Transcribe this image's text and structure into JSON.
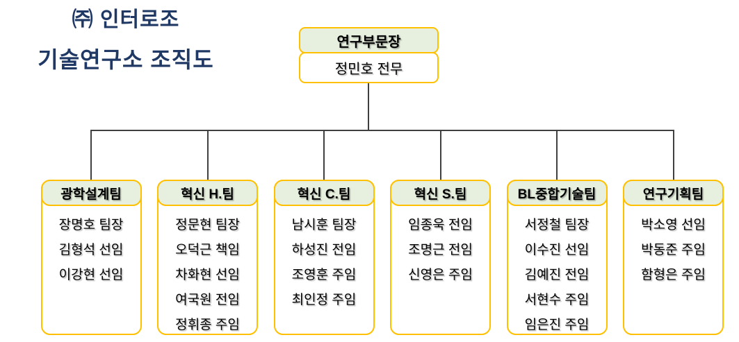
{
  "title": {
    "line1": "㈜ 인터로조",
    "line2": "기술연구소 조직도"
  },
  "root": {
    "title": "연구부문장",
    "person": "정민호 전무"
  },
  "teams": [
    {
      "name": "광학설계팀",
      "members": [
        "장명호 팀장",
        "김형석 선임",
        "이강현 선임"
      ]
    },
    {
      "name": "혁신 H.팀",
      "members": [
        "정문현 팀장",
        "오덕근 책임",
        "차화현 선임",
        "여국원 전임",
        "정휘종 주임"
      ]
    },
    {
      "name": "혁신 C.팀",
      "members": [
        "남시훈 팀장",
        "하성진 전임",
        "조영훈 주임",
        "최인정 주임"
      ]
    },
    {
      "name": "혁신 S.팀",
      "members": [
        "임종욱 전임",
        "조명근 전임",
        "신영은 주임"
      ]
    },
    {
      "name": "BL중합기술팀",
      "members": [
        "서정철 팀장",
        "이수진 선임",
        "김예진 전임",
        "서현수 주임",
        "임은진 주임"
      ]
    },
    {
      "name": "연구기획팀",
      "members": [
        "박소영 선임",
        "박동준 주임",
        "함형은 주임"
      ]
    }
  ],
  "colors": {
    "accent_border": "#FFC000",
    "header_fill": "#E7F0DE",
    "title_text": "#1F3864",
    "connector": "#3F3F3F"
  }
}
